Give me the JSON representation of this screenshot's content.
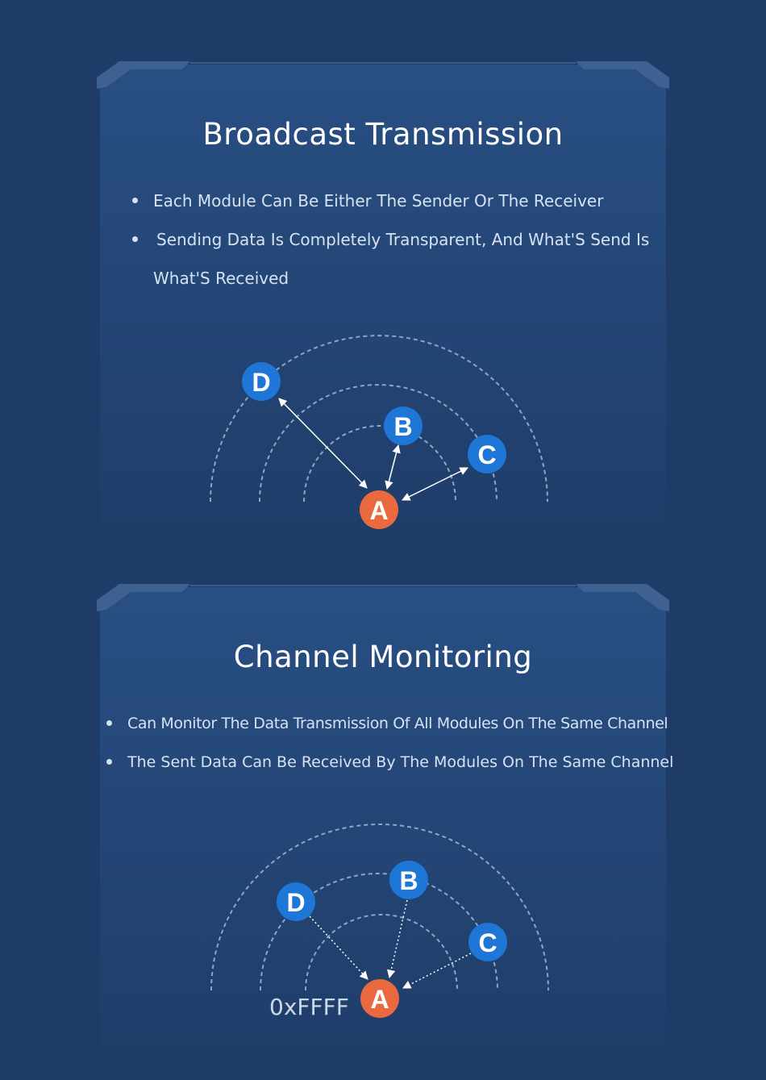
{
  "panels": [
    {
      "title": "Broadcast Transmission",
      "bullets": [
        "Each Module Can Be Either The Sender Or The Receiver",
        "Sending Data Is Completely Transparent, And What'S Send Is",
        "What'S Received"
      ],
      "nodes": {
        "d": "D",
        "b": "B",
        "c": "C",
        "a": "A"
      }
    },
    {
      "title": "Channel Monitoring",
      "bullets": [
        "Can Monitor The Data Transmission Of All Modules On The Same Channel",
        "The Sent Data Can Be Received By The Modules On The Same Channel"
      ],
      "nodes": {
        "d": "D",
        "b": "B",
        "c": "C",
        "a": "A"
      },
      "address": "0xFFFF"
    }
  ],
  "colors": {
    "background": "#1f3c68",
    "panel": "#24487a",
    "node_blue": "#1e76d6",
    "node_orange": "#ea6a40"
  }
}
